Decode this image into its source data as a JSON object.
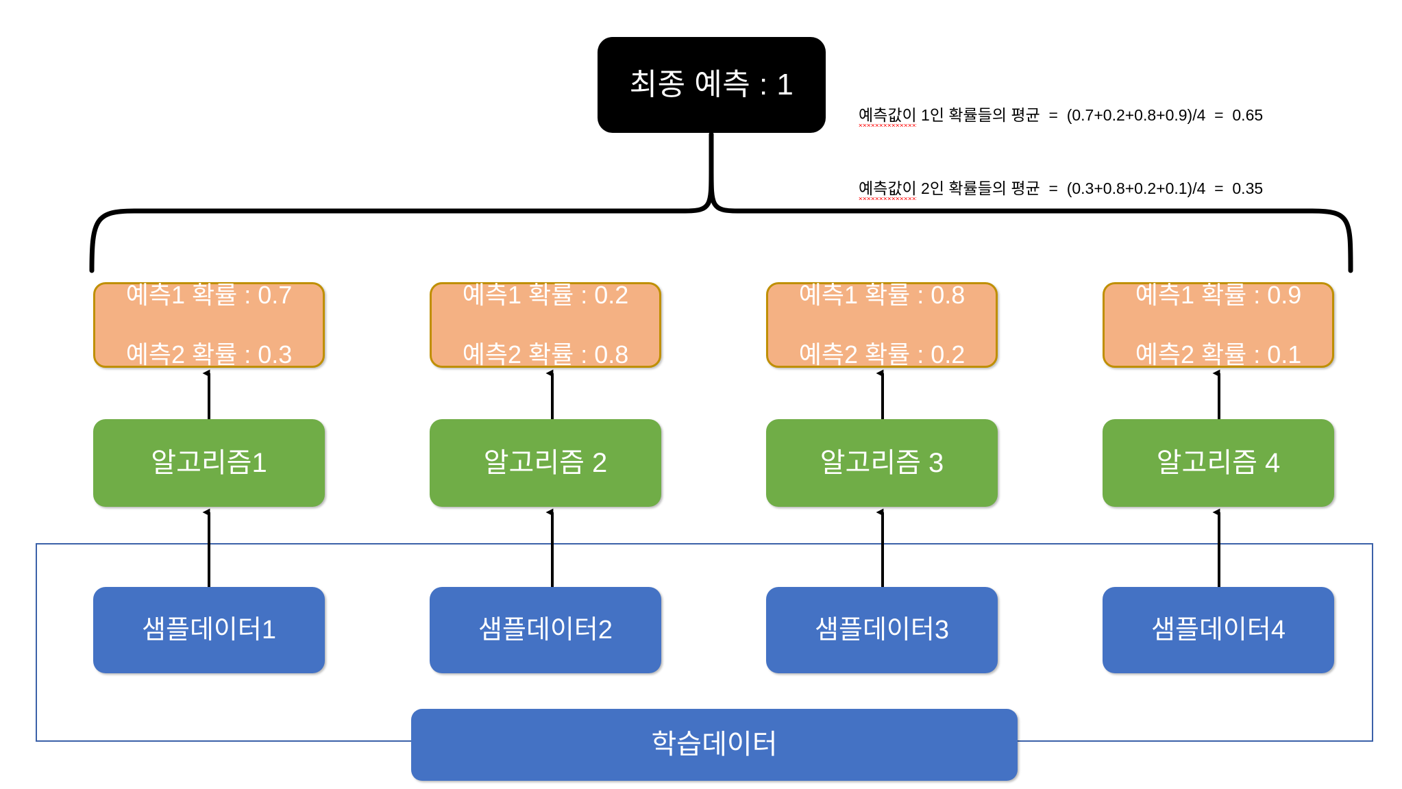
{
  "diagram": {
    "title_node": {
      "label": "최종 예측 : 1"
    },
    "annotation": {
      "line1_prefix": "예측값이",
      "line1_rest": " 1인 확률들의 평균  =  (0.7+0.2+0.8+0.9)/4  =  0.65",
      "line2_prefix": "예측값이",
      "line2_rest": " 2인 확률들의 평균  =  (0.3+0.8+0.2+0.1)/4  =  0.35"
    },
    "columns": [
      {
        "probability": "예측1 확률 : 0.7\n예측2 확률 : 0.3",
        "prob_line1": "예측1 확률 : 0.7",
        "prob_line2": "예측2 확률 : 0.3",
        "algorithm": "알고리즘1",
        "sample": "샘플데이터1"
      },
      {
        "probability": "예측1 확률 : 0.2\n예측2 확률 : 0.8",
        "prob_line1": "예측1 확률 : 0.2",
        "prob_line2": "예측2 확률 : 0.8",
        "algorithm": "알고리즘 2",
        "sample": "샘플데이터2"
      },
      {
        "probability": "예측1 확률 : 0.8\n예측2 확률 : 0.2",
        "prob_line1": "예측1 확률 : 0.8",
        "prob_line2": "예측2 확률 : 0.2",
        "algorithm": "알고리즘 3",
        "sample": "샘플데이터3"
      },
      {
        "probability": "예측1 확률 : 0.9\n예측2 확률 : 0.1",
        "prob_line1": "예측1 확률 : 0.9",
        "prob_line2": "예측2 확률 : 0.1",
        "algorithm": "알고리즘 4",
        "sample": "샘플데이터4"
      }
    ],
    "training_node": {
      "label": "학습데이터"
    },
    "colors": {
      "final_fill": "#000000",
      "probability_fill": "#F4B183",
      "probability_border": "#BF8F00",
      "algorithm_fill": "#70AD47",
      "sample_fill": "#4472C4",
      "training_fill": "#4472C4",
      "container_border": "#3A60A8",
      "connector": "#000000",
      "text_on_shape": "#FFFFFF",
      "annotation_text": "#000000",
      "spellcheck_underline": "#FF0000"
    }
  }
}
